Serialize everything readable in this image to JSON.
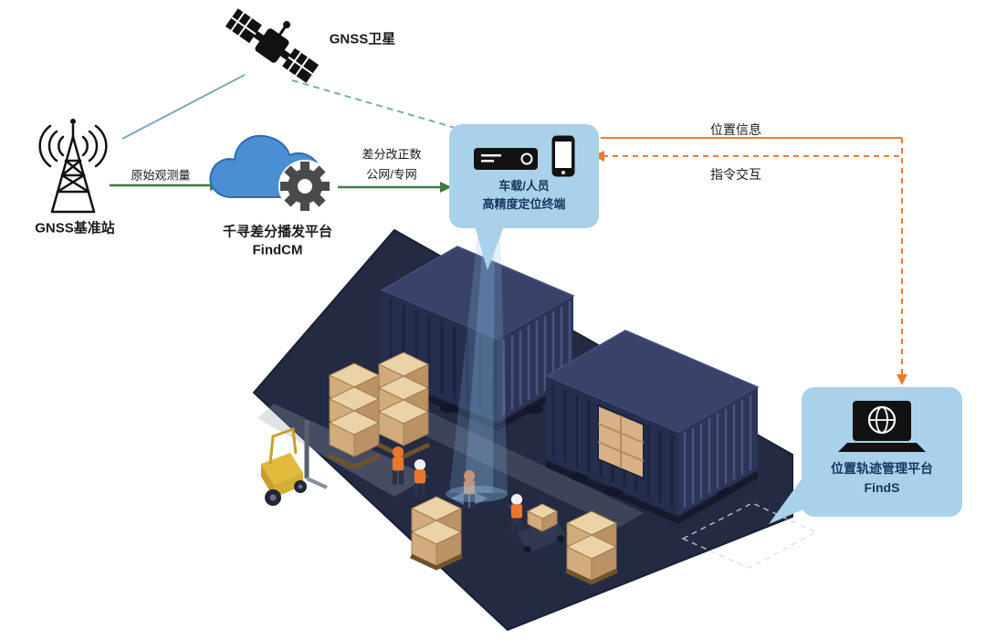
{
  "nodes": {
    "satellite": {
      "label": "GNSS卫星"
    },
    "base_station": {
      "label": "GNSS基准站"
    },
    "cloud_platform": {
      "title": "千寻差分播发平台",
      "subtitle": "FindCM"
    },
    "terminal": {
      "line1": "车载/人员",
      "line2": "高精度定位终端"
    },
    "track_platform": {
      "title": "位置轨迹管理平台",
      "subtitle": "FindS"
    }
  },
  "links": {
    "raw_observation": {
      "label": "原始观测量"
    },
    "diff_correction": {
      "line1": "差分改正数",
      "line2": "公网/专网"
    },
    "position_info": {
      "label": "位置信息"
    },
    "command_interaction": {
      "label": "指令交互"
    }
  },
  "icons": {
    "satellite": "satellite-icon",
    "base_station": "radio-tower-icon",
    "cloud_platform": "cloud-gear-icon",
    "terminal": "dvr-and-smartphone-icon",
    "track_platform": "laptop-globe-icon"
  },
  "colors": {
    "arrow_green": "#3e7c3e",
    "arrow_orange": "#ee7c2f",
    "line_teal": "#7ca9b6",
    "bubble_background": "#a9d2ea",
    "bubble_text": "#17365d",
    "cloud_blue": "#4a8fd3",
    "floor_navy": "#232a42",
    "container_navy": "#262e4e",
    "box_tan": "#d2ac7c",
    "forklift_yellow": "#e2bb3d"
  }
}
